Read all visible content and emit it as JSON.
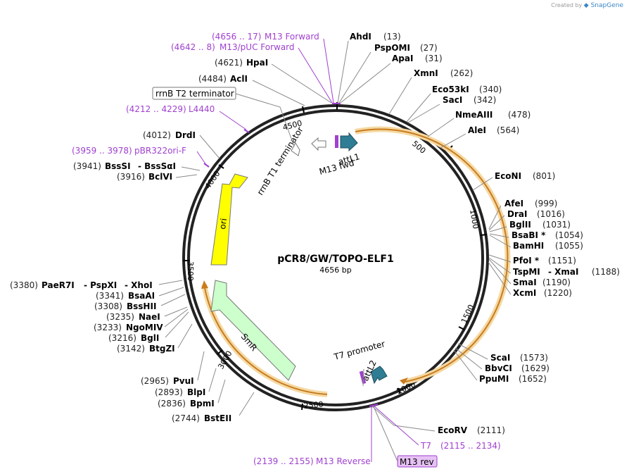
{
  "brand": {
    "created_by": "Created by",
    "name": "SnapGene"
  },
  "plasmid": {
    "name": "pCR8/GW/TOPO-ELF1",
    "size_label": "4656 bp",
    "length": 4656
  },
  "colors": {
    "backbone": "#222222",
    "orf_highlight": "#f0c070",
    "orf_line": "#c87b1e",
    "primer": "#a040d0",
    "ori": "#ffff00",
    "smr": "#ccffcc",
    "att": "#2e7d94",
    "lead_line": "#8a8a8a"
  },
  "ticks": [
    "500",
    "1000",
    "1500",
    "2000",
    "2500",
    "3000",
    "3500",
    "4000",
    "4500"
  ],
  "sites_right": [
    {
      "name": "AhdI",
      "pos": "(13)"
    },
    {
      "name": "PspOMI",
      "pos": "(27)"
    },
    {
      "name": "ApaI",
      "pos": "(31)"
    },
    {
      "name": "XmnI",
      "pos": "(262)"
    },
    {
      "name": "Eco53kI",
      "pos": "(340)"
    },
    {
      "name": "SacI",
      "pos": "(342)"
    },
    {
      "name": "NmeAIII",
      "pos": "(478)"
    },
    {
      "name": "AleI",
      "pos": "(564)"
    },
    {
      "name": "EcoNI",
      "pos": "(801)"
    },
    {
      "name": "AfeI",
      "pos": "(999)"
    },
    {
      "name": "DraI",
      "pos": "(1016)"
    },
    {
      "name": "BglII",
      "pos": "(1031)"
    },
    {
      "name": "BsaBI *",
      "pos": "(1054)"
    },
    {
      "name": "BamHI",
      "pos": "(1055)"
    },
    {
      "name": "PfoI *",
      "pos": "(1151)"
    },
    {
      "name": "TspMI",
      "pos": ""
    },
    {
      "name": "- XmaI",
      "pos": "(1188)"
    },
    {
      "name": "SmaI",
      "pos": "(1190)"
    },
    {
      "name": "XcmI",
      "pos": "(1220)"
    },
    {
      "name": "ScaI",
      "pos": "(1573)"
    },
    {
      "name": "BbvCI",
      "pos": "(1629)"
    },
    {
      "name": "PpuMI",
      "pos": "(1652)"
    },
    {
      "name": "EcoRV",
      "pos": "(2111)"
    }
  ],
  "sites_left": [
    {
      "name": "HpaI",
      "pos": "(4621)"
    },
    {
      "name": "AclI",
      "pos": "(4484)"
    },
    {
      "name": "DrdI",
      "pos": "(4012)"
    },
    {
      "name": "BssSI",
      "pos": "(3941)"
    },
    {
      "name": "- BssSαI",
      "pos": ""
    },
    {
      "name": "BclVI",
      "pos": "(3916)"
    },
    {
      "name": "PaeR7I",
      "pos": "(3380)"
    },
    {
      "name": "- PspXI",
      "pos": ""
    },
    {
      "name": "- XhoI",
      "pos": ""
    },
    {
      "name": "BsaAI",
      "pos": "(3341)"
    },
    {
      "name": "BssHII",
      "pos": "(3308)"
    },
    {
      "name": "NaeI",
      "pos": "(3235)"
    },
    {
      "name": "NgoMIV",
      "pos": "(3233)"
    },
    {
      "name": "BglI",
      "pos": "(3216)"
    },
    {
      "name": "BtgZI",
      "pos": "(3142)"
    },
    {
      "name": "PvuI",
      "pos": "(2965)"
    },
    {
      "name": "BlpI",
      "pos": "(2893)"
    },
    {
      "name": "BpmI",
      "pos": "(2836)"
    },
    {
      "name": "BstEII",
      "pos": "(2744)"
    }
  ],
  "primers": [
    {
      "name": "M13 Forward",
      "range": "(4656 .. 17)"
    },
    {
      "name": "M13/pUC Forward",
      "range": "(4642 .. 8)"
    },
    {
      "name": "L4440",
      "range": "(4212 .. 4229)"
    },
    {
      "name": "pBR322ori-F",
      "range": "(3959 .. 3978)"
    },
    {
      "name": "T7",
      "range": "(2115 .. 2134)"
    },
    {
      "name": "M13 Reverse",
      "range": "(2139 .. 2155)"
    }
  ],
  "features": {
    "rrnb_t2": "rrnB T2 terminator",
    "rrnb_t1": "rrnB T1 terminator",
    "attl1": "attL1",
    "m13fwd": "M13 fwd",
    "ori": "ori",
    "smr": "SmR",
    "t7_promoter": "T7 promoter",
    "attl2": "attL2",
    "m13rev": "M13 rev"
  }
}
